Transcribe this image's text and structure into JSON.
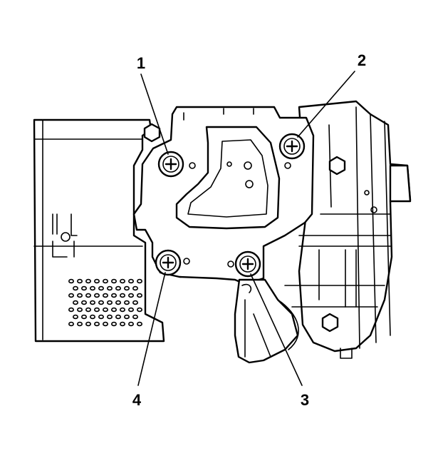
{
  "diagram": {
    "callouts": [
      {
        "id": "1",
        "label": "1"
      },
      {
        "id": "2",
        "label": "2"
      },
      {
        "id": "3",
        "label": "3"
      },
      {
        "id": "4",
        "label": "4"
      }
    ],
    "colors": {
      "ink": "#000000",
      "paper": "#ffffff"
    }
  }
}
